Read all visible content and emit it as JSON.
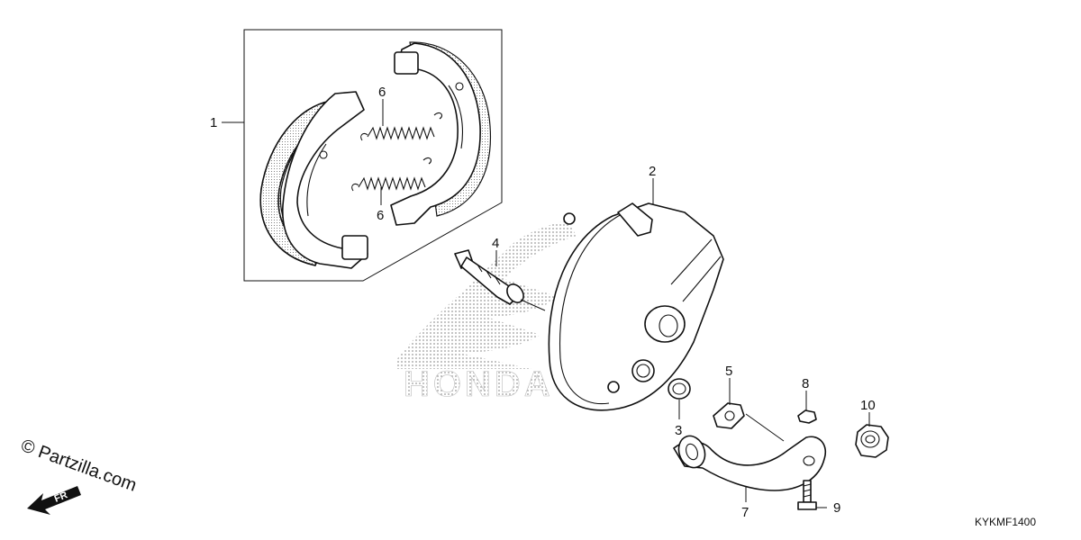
{
  "callouts": {
    "c1": "1",
    "c2": "2",
    "c3": "3",
    "c4": "4",
    "c5": "5",
    "c6a": "6",
    "c6b": "6",
    "c7": "7",
    "c8": "8",
    "c9": "9",
    "c10": "10"
  },
  "diagram_code": "KYKMF1400",
  "watermark": {
    "copyright": "© Partzilla.com",
    "direction_arrow": "FR"
  },
  "logo_text": "HONDA",
  "colors": {
    "line": "#111111",
    "background": "#ffffff",
    "logo_dots": "#9a9a9a"
  }
}
